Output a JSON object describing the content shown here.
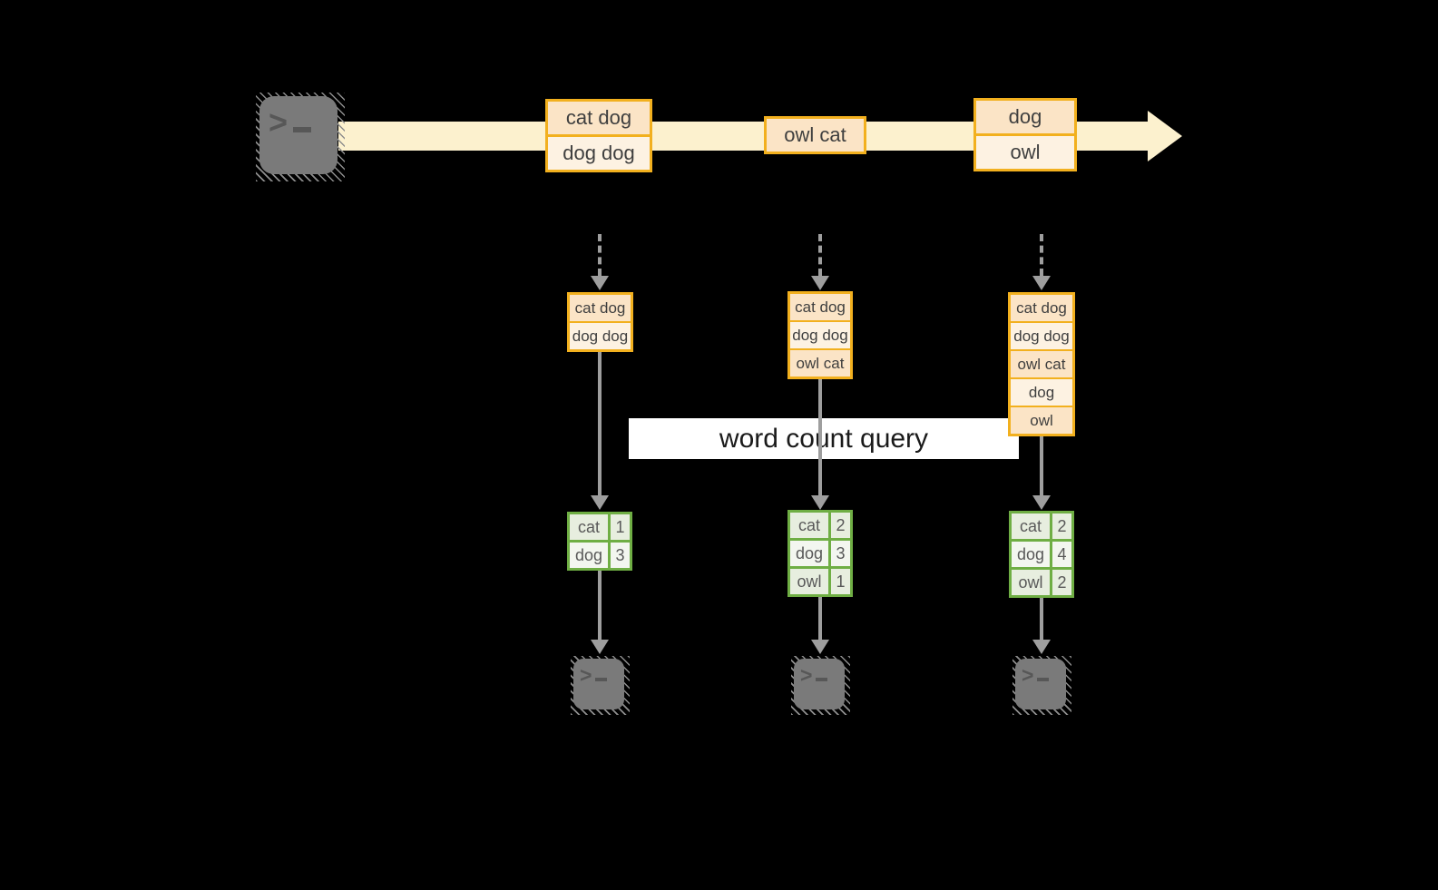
{
  "diagram": {
    "labels": {
      "query": "word count query"
    },
    "icons": {
      "terminal": "terminal-icon",
      "prompt_chevron": ">"
    },
    "colors": {
      "background": "#000000",
      "stream_band": "#FCF1CE",
      "record_border": "#F2B01E",
      "record_fill_dark": "#FBE4C6",
      "record_fill_light": "#FDF2E2",
      "table_border": "#6FAE44",
      "table_fill_dark": "#E7EEDF",
      "table_fill_light": "#F3F6EF",
      "arrow_gray": "#9E9E9E",
      "terminal_gray": "#7A7A7A"
    },
    "stream": {
      "messages": [
        {
          "rows": [
            "cat dog",
            "dog dog"
          ]
        },
        {
          "rows": [
            "owl cat"
          ]
        },
        {
          "rows": [
            "dog",
            "owl"
          ]
        }
      ]
    },
    "tasks": [
      {
        "buffer": [
          "cat dog",
          "dog dog"
        ],
        "counts": [
          {
            "word": "cat",
            "count": "1"
          },
          {
            "word": "dog",
            "count": "3"
          }
        ]
      },
      {
        "buffer": [
          "cat dog",
          "dog dog",
          "owl cat"
        ],
        "counts": [
          {
            "word": "cat",
            "count": "2"
          },
          {
            "word": "dog",
            "count": "3"
          },
          {
            "word": "owl",
            "count": "1"
          }
        ]
      },
      {
        "buffer": [
          "cat dog",
          "dog dog",
          "owl cat",
          "dog",
          "owl"
        ],
        "counts": [
          {
            "word": "cat",
            "count": "2"
          },
          {
            "word": "dog",
            "count": "4"
          },
          {
            "word": "owl",
            "count": "2"
          }
        ]
      }
    ]
  }
}
